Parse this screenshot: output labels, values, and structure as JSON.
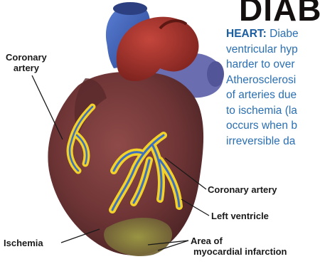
{
  "title": "DIAB",
  "paragraph": {
    "lead": "HEART:",
    "lines": [
      " Diabe",
      "ventricular hyp",
      "harder to over",
      "Atherosclerosi",
      "of arteries due",
      "to ischemia (la",
      "occurs when b",
      "irreversible da"
    ]
  },
  "labels": {
    "coronary_left_line1": "Coronary",
    "coronary_left_line2": "artery",
    "coronary_right": "Coronary artery",
    "left_ventricle": "Left ventricle",
    "ischemia": "Ischemia",
    "infarction_line1": "Area of",
    "infarction_line2": "myocardial infarction"
  },
  "colors": {
    "heart_body": "#7a3a3a",
    "aorta": "#a8312a",
    "vena_cava": "#3f5fb8",
    "pulmonary": "#6e6aa8",
    "artery_yellow": "#f2d22a",
    "infarct_green": "#8c8a3a",
    "text_blue": "#2a6fb2"
  }
}
